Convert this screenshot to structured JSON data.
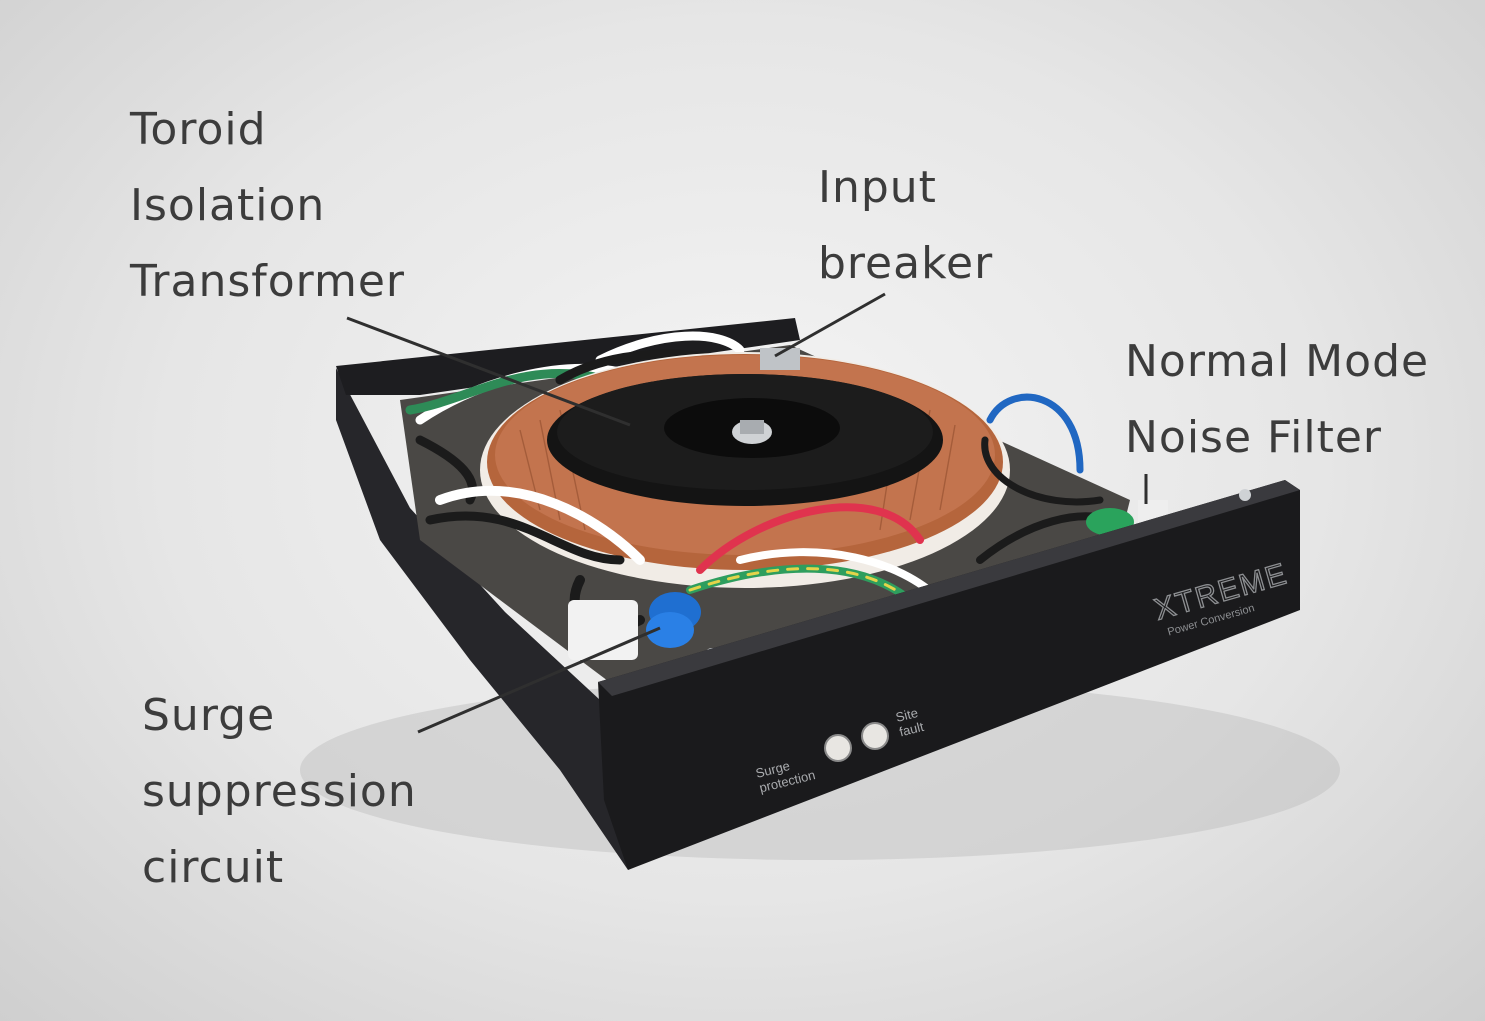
{
  "labels": {
    "toroid": {
      "line1": "Toroid",
      "line2": "Isolation",
      "line3": "Transformer"
    },
    "input_breaker": {
      "line1": "Input",
      "line2": "breaker"
    },
    "noise_filter": {
      "line1": "Normal Mode",
      "line2": "Noise Filter"
    },
    "surge": {
      "line1": "Surge",
      "line2": "suppression",
      "line3": "circuit"
    }
  },
  "device": {
    "brand": "XTREME",
    "brand_sub": "Power Conversion",
    "led_surge_label_1": "Surge",
    "led_surge_label_2": "protection",
    "led_fault_label_1": "Site",
    "led_fault_label_2": "fault"
  },
  "colors": {
    "label_text": "#3c3c3c",
    "chassis": "#1c1c1e",
    "copper_winding": "#b5653c",
    "leader_line": "#2f2f2f"
  }
}
